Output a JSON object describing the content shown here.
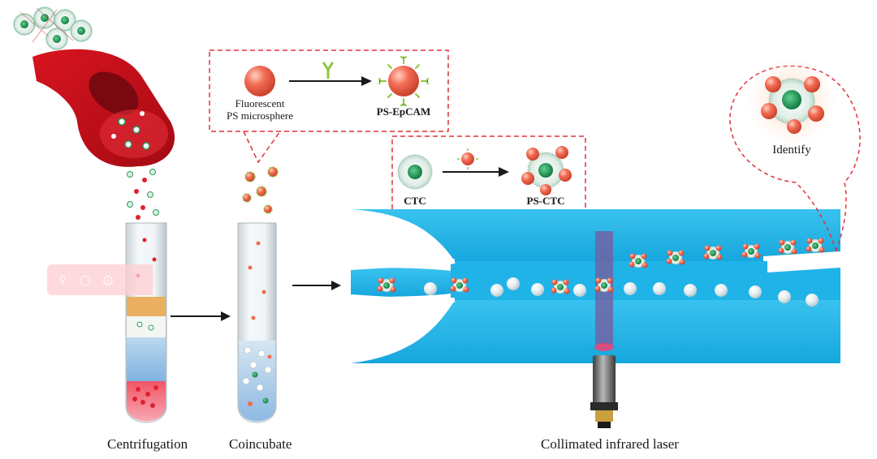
{
  "labels": {
    "fluorescent_ps": [
      "Fluorescent",
      "PS microsphere"
    ],
    "ps_epcam": "PS-EpCAM",
    "ctc": "CTC",
    "ps_ctc": "PS-CTC",
    "identify": "Identify",
    "centrifugation": "Centrifugation",
    "coincubate": "Coincubate",
    "laser": "Collimated infrared laser"
  },
  "icons": [
    "search-icon",
    "chat-icon",
    "scan-icon"
  ],
  "colors": {
    "blood": "#c8101e",
    "channel": "#1fb3e8",
    "channel_dark": "#0e8fc8",
    "microsphere": "#f26b52",
    "antibody": "#8dc63f",
    "ctc_core": "#1e9a58",
    "dashed_box": "#e0323c",
    "laser_beam": "#7a5a9c",
    "buffy_coat": "#e8b060",
    "plasma": "#d8e6ee",
    "lower_layer": "#9fc8e8",
    "rbc_pellet": "#e23040"
  }
}
